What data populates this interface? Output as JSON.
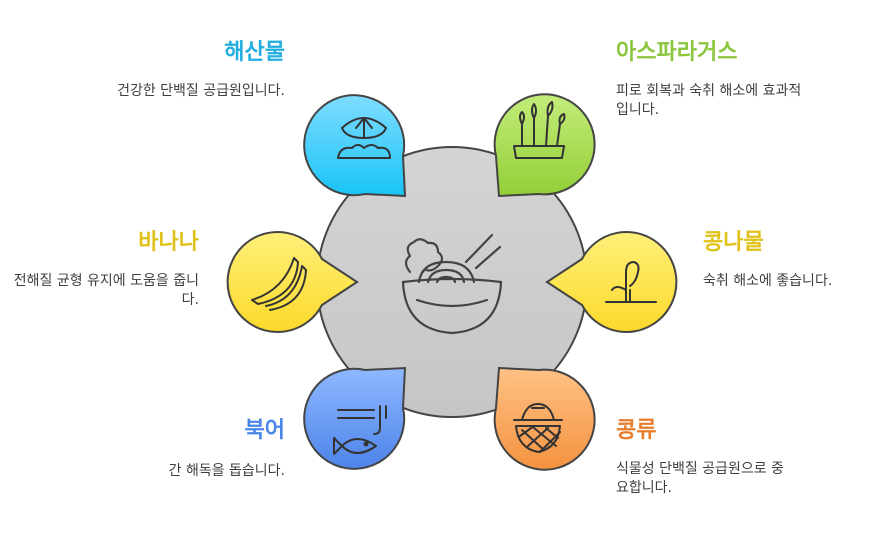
{
  "items": [
    {
      "key": "seafood",
      "title": "해산물",
      "desc": "건강한 단백질 공급원입니다.",
      "color": "#22aee0",
      "icon": "seafood-icon"
    },
    {
      "key": "asparagus",
      "title": "아스파라거스",
      "desc": "피로 회복과 숙취 해소에 효과적입니다.",
      "color": "#8cc63f",
      "icon": "asparagus-icon"
    },
    {
      "key": "banana",
      "title": "바나나",
      "desc": "전해질 균형 유지에 도움을 줍니다.",
      "color": "#e0c21a",
      "icon": "banana-icon"
    },
    {
      "key": "bean_sprouts",
      "title": "콩나물",
      "desc": "숙취 해소에 좋습니다.",
      "color": "#e0c21a",
      "icon": "sprout-icon"
    },
    {
      "key": "pollack",
      "title": "북어",
      "desc": "간 해독을 돕습니다.",
      "color": "#4a86e8",
      "icon": "fish-icon"
    },
    {
      "key": "legumes",
      "title": "콩류",
      "desc": "식물성 단백질 공급원으로 중요합니다.",
      "color": "#e87d2e",
      "icon": "basket-icon"
    }
  ],
  "center": {
    "icon": "bowl-icon"
  }
}
